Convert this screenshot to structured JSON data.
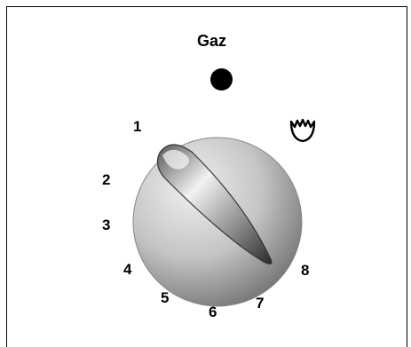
{
  "title": "Gaz",
  "positions": [
    "1",
    "2",
    "3",
    "4",
    "5",
    "6",
    "7",
    "8"
  ],
  "icons": {
    "indicator": "indicator-dot-icon",
    "burner": "burner-flame-icon"
  },
  "colors": {
    "ink": "#000000",
    "background": "#ffffff",
    "knob_light": "#f2f2f2",
    "knob_dark": "#7a7a7a"
  }
}
